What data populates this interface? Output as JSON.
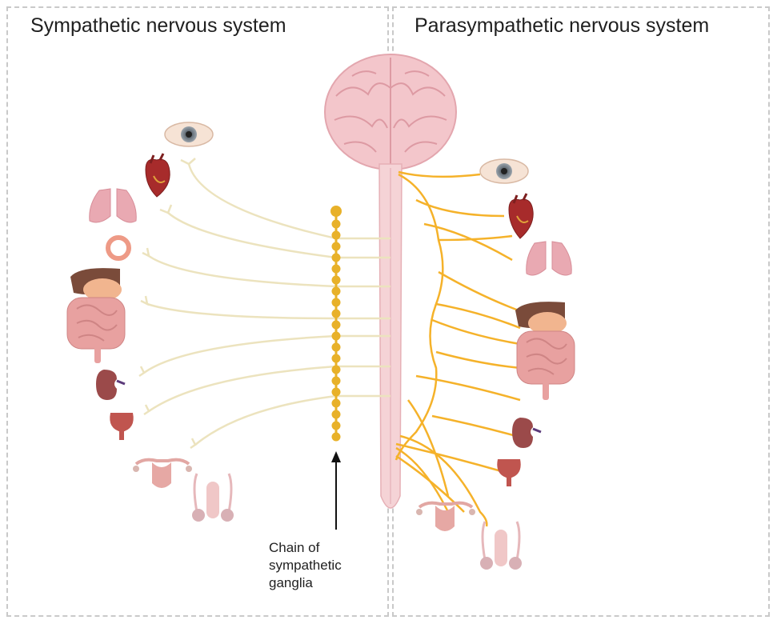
{
  "panels": {
    "sympathetic": {
      "title": "Sympathetic nervous system"
    },
    "parasympathetic": {
      "title": "Parasympathetic nervous system"
    }
  },
  "annotation": {
    "ganglia_label_lines": [
      "Chain of",
      "sympathetic",
      "ganglia"
    ]
  },
  "colors": {
    "sympathetic_nerve": "#ece3be",
    "parasympathetic_nerve": "#f5b22a",
    "ganglia": "#e8b129",
    "brain": "#f3c6cb",
    "spinal_cord": "#f5d3d6",
    "panel_border": "#c9c9c9"
  },
  "icons": [
    "brain-icon",
    "spinal-cord-icon",
    "eye-icon",
    "heart-icon",
    "lungs-icon",
    "trachea-ring-icon",
    "liver-stomach-icon",
    "intestines-icon",
    "kidney-icon",
    "bladder-icon",
    "uterus-icon",
    "male-reproductive-icon",
    "arrow-up-icon"
  ]
}
